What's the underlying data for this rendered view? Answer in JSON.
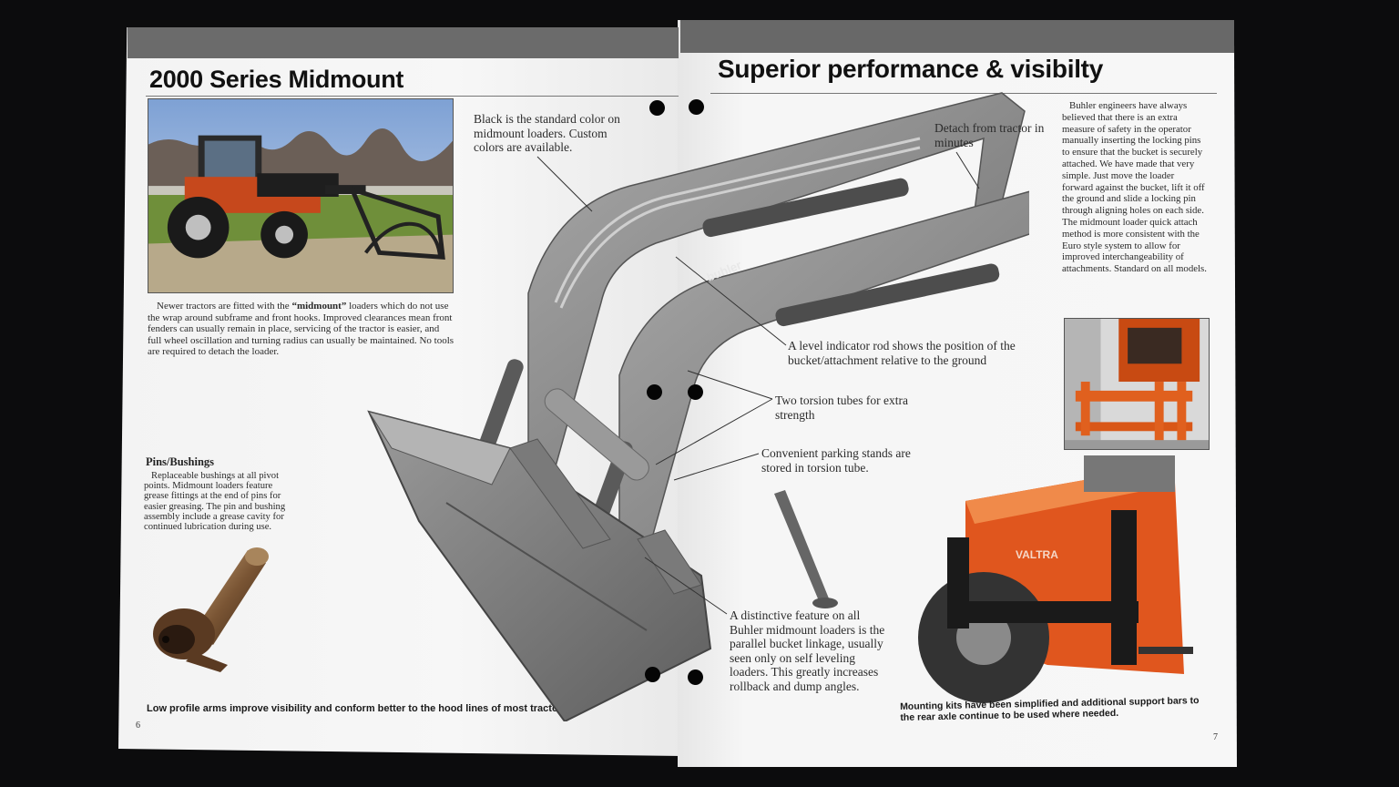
{
  "left_page": {
    "title": "2000 Series Midmount",
    "intro_text": "Newer tractors are fitted with the “midmount” loaders which do not use the wrap around subframe and front hooks. Improved clearances mean front fenders can usually remain in place, servicing of the tractor is easier, and full wheel oscillation and turning radius can usually be maintained. No tools are required to detach the loader.",
    "intro_bold": "“midmount”",
    "pins": {
      "title": "Pins/Bushings",
      "text": "Replaceable bushings at all pivot points. Midmount loaders feature grease fittings at the end of pins for easier greasing. The pin and bushing assembly include a grease cavity for continued lubrication during use."
    },
    "caption": "Low profile arms improve visibility and conform better to the hood lines of most tractors",
    "page_number": "6"
  },
  "right_page": {
    "title": "Superior performance & visibilty",
    "buhler_text": "Buhler engineers have always believed that there is an extra measure of safety in the operator manually inserting the locking pins to ensure that the bucket is securely attached. We have made that very simple. Just move the loader forward against the bucket, lift it off the ground and slide a locking pin through aligning holes on each side. The midmount loader quick attach method is more consistent with the Euro style system to allow for improved interchangeability of attachments. Standard on all models.",
    "caption": "Mounting kits have been simplified and additional support bars to the rear axle continue to be used where needed.",
    "page_number": "7",
    "valtra_badge": "VALTRA"
  },
  "callouts": {
    "black": "Black is the standard color on midmount loaders. Custom colors are available.",
    "detach": "Detach from tractor in minutes",
    "level": "A level indicator rod shows the position of the bucket/attachment relative to the ground",
    "torsion": "Two torsion tubes for extra strength",
    "parking": "Convenient parking stands are stored in torsion tube.",
    "distinctive": "A distinctive feature on all Buhler midmount loaders is the parallel bucket linkage, usually seen only on self leveling loaders. This greatly increases rollback and dump angles."
  },
  "loader_decal": "buhler",
  "colors": {
    "background": "#0c0c0d",
    "page": "#f5f5f5",
    "band": "#6a6a6a",
    "loader_gray": "#8c8c8c",
    "tractor_orange": "#e0541c"
  }
}
